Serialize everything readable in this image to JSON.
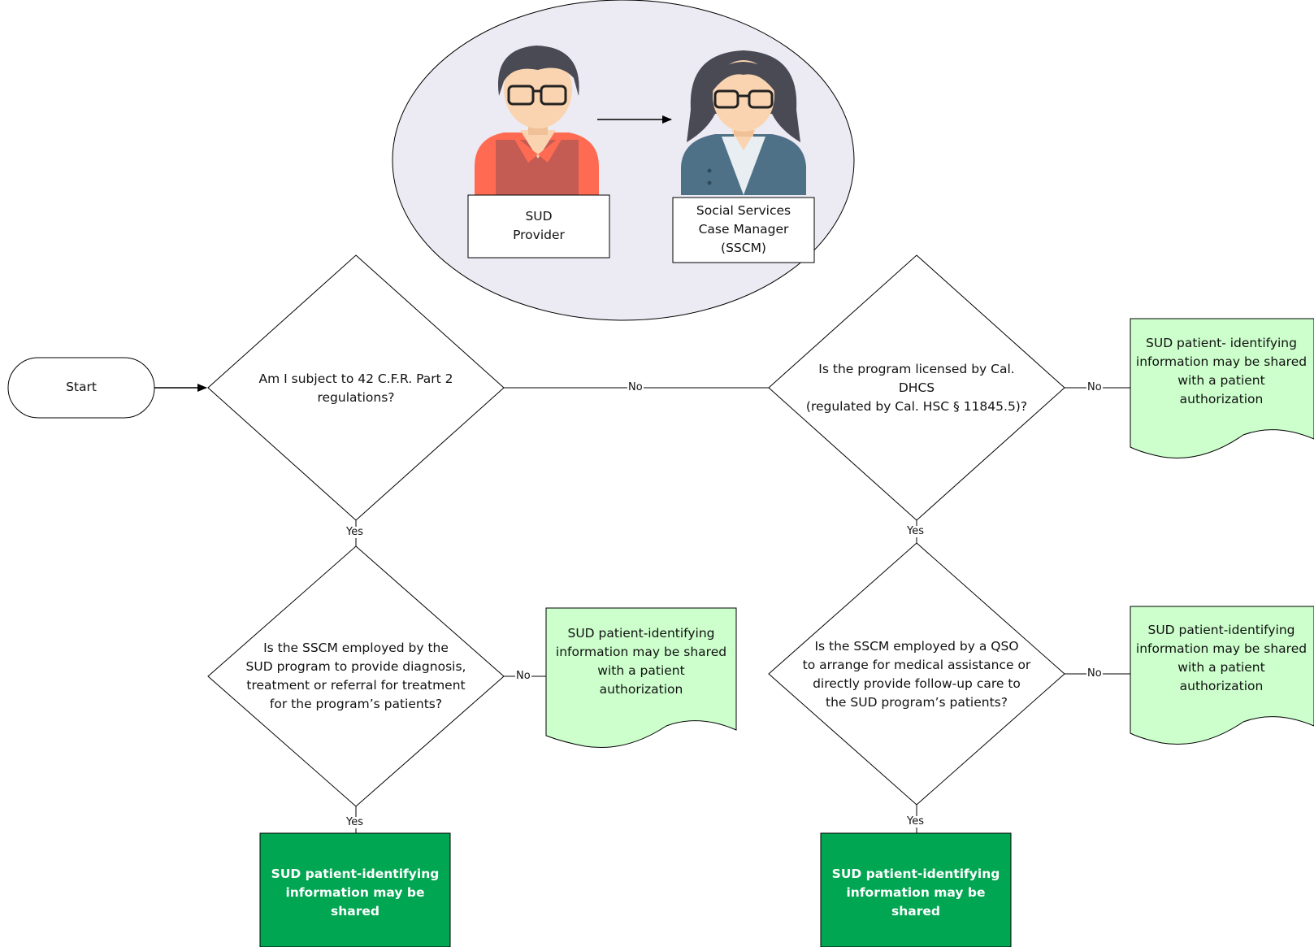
{
  "header": {
    "provider_label_line1": "SUD",
    "provider_label_line2": "Provider",
    "manager_label_line1": "Social Services",
    "manager_label_line2": "Case Manager",
    "manager_label_line3": "(SSCM)"
  },
  "nodes": {
    "start": "Start",
    "q1": [
      "Am I subject to 42 C.F.R. Part 2",
      "regulations?"
    ],
    "q2": [
      "Is the SSCM employed by the",
      "SUD program to provide diagnosis,",
      "treatment or referral for treatment",
      "for the program’s patients?"
    ],
    "q3": [
      "Is the program licensed by Cal.",
      "DHCS",
      "(regulated by Cal. HSC § 11845.5)?"
    ],
    "q4": [
      "Is the SSCM employed by a QSO",
      "to arrange for medical assistance or",
      "directly provide follow-up care to",
      "the SUD program’s patients?"
    ],
    "doc_top_right": [
      "SUD patient- identifying",
      "information may be shared",
      "with a patient",
      "authorization"
    ],
    "doc_mid": [
      "SUD patient-identifying",
      "information may be shared",
      "with a patient",
      "authorization"
    ],
    "doc_bottom_right": [
      "SUD patient-identifying",
      "information may be shared",
      "with a patient",
      "authorization"
    ],
    "result_left": [
      "SUD patient-identifying",
      "information may be",
      "shared"
    ],
    "result_right": [
      "SUD patient-identifying",
      "information may be",
      "shared"
    ]
  },
  "edges": {
    "q1_no": "No",
    "q1_yes": "Yes",
    "q2_no": "No",
    "q2_yes": "Yes",
    "q3_no": "No",
    "q3_yes": "Yes",
    "q4_no": "No",
    "q4_yes": "Yes"
  },
  "colors": {
    "doc_fill": "#ccffcc",
    "result_fill": "#00a651",
    "ellipse_fill": "#eceaf2",
    "provider_shirt": "#c45c54",
    "provider_shirt_light": "#ff6b52",
    "manager_jacket": "#4e7187",
    "hair": "#4a4a55",
    "skin": "#fad4b0"
  }
}
